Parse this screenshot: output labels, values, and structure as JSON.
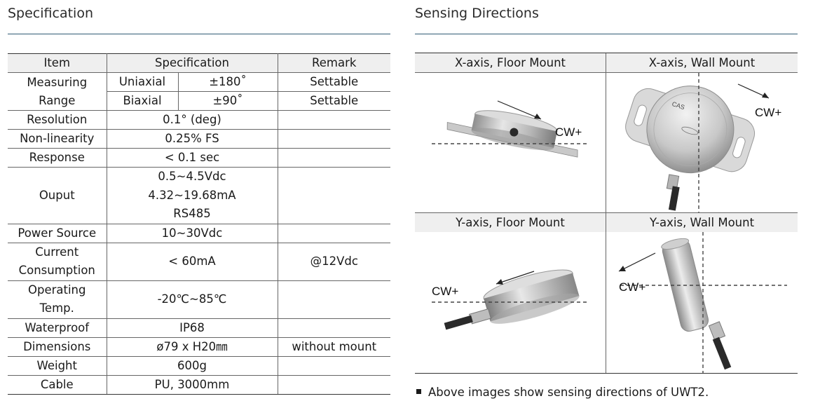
{
  "spec": {
    "title": "Specification",
    "headers": [
      "Item",
      "Specification",
      "Remark"
    ],
    "measuring_range": {
      "item": "Measuring Range",
      "rows": [
        {
          "mode": "Uniaxial",
          "value": "±180˚",
          "remark": "Settable"
        },
        {
          "mode": "Biaxial",
          "value": "±90˚",
          "remark": "Settable"
        }
      ]
    },
    "rows": [
      {
        "item": "Resolution",
        "spec": "0.1° (deg)",
        "remark": ""
      },
      {
        "item": "Non-linearity",
        "spec": "0.25% FS",
        "remark": ""
      },
      {
        "item": "Response",
        "spec": "< 0.1 sec",
        "remark": ""
      },
      {
        "item": "Ouput",
        "spec_lines": [
          "0.5~4.5Vdc",
          "4.32~19.68mA",
          "RS485"
        ],
        "remark": ""
      },
      {
        "item": "Power Source",
        "spec": "10~30Vdc",
        "remark": ""
      },
      {
        "item_lines": [
          "Current",
          "Consumption"
        ],
        "spec": "< 60mA",
        "remark": "@12Vdc"
      },
      {
        "item_lines": [
          "Operating",
          "Temp."
        ],
        "spec": "-20℃~85℃",
        "remark": ""
      },
      {
        "item": "Waterproof",
        "spec": "IP68",
        "remark": ""
      },
      {
        "item": "Dimensions",
        "spec": "ø79 x H20㎜",
        "remark": "without mount"
      },
      {
        "item": "Weight",
        "spec": "600g",
        "remark": ""
      },
      {
        "item": "Cable",
        "spec": "PU, 3000mm",
        "remark": ""
      }
    ]
  },
  "sensing": {
    "title": "Sensing Directions",
    "panels": [
      {
        "label": "X-axis, Floor Mount",
        "direction_label": "CW+"
      },
      {
        "label": "X-axis, Wall Mount",
        "direction_label": "CW+"
      },
      {
        "label": "Y-axis, Floor Mount",
        "direction_label": "CW+"
      },
      {
        "label": "Y-axis, Wall Mount",
        "direction_label": "CW+"
      }
    ],
    "device_mark": "CAS",
    "note": "Above images show sensing directions of UWT2."
  },
  "colors": {
    "rule": "#2f5a73",
    "header_bg": "#efefef",
    "border": "#666666"
  }
}
